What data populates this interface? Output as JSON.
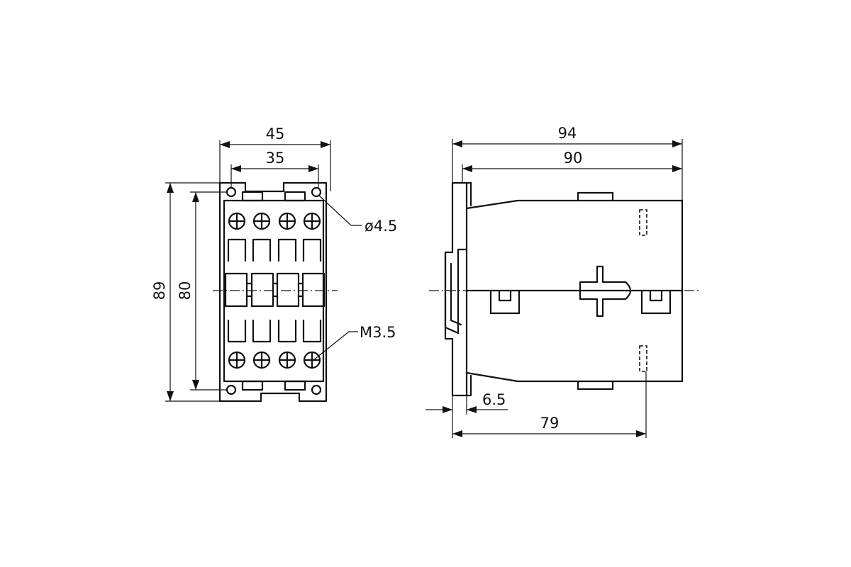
{
  "front_view": {
    "width_outer": "45",
    "width_inner": "35",
    "height_outer": "89",
    "height_inner": "80",
    "hole_label": "ø4.5",
    "screw_label": "M3.5"
  },
  "side_view": {
    "depth_total": "94",
    "depth_body": "90",
    "rail_offset": "6.5",
    "mount_depth": "79"
  }
}
